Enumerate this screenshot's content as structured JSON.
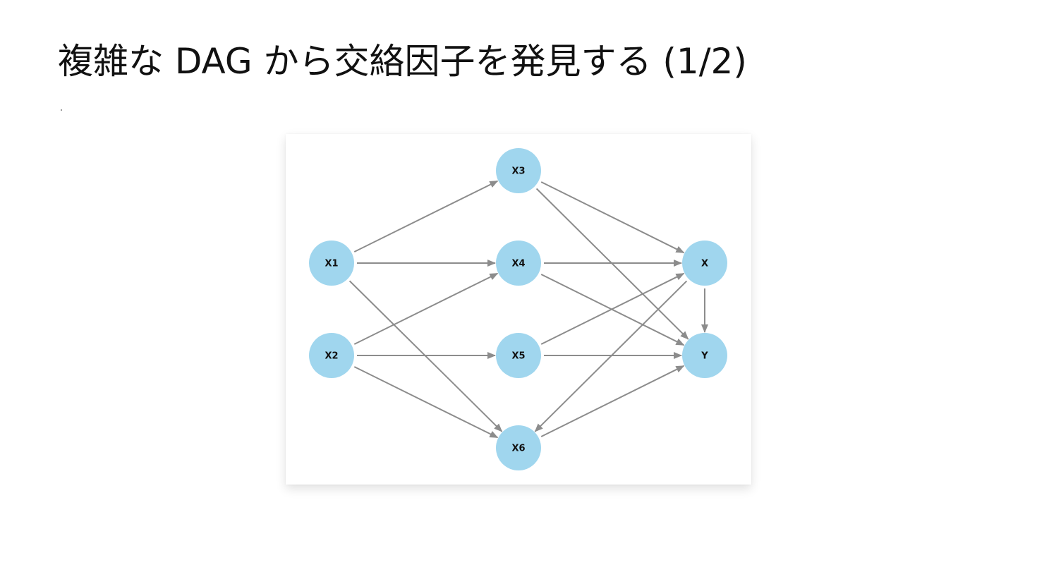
{
  "slide": {
    "title": "複雑な DAG から交絡因子を発見する (1/2)"
  },
  "dag": {
    "node_color": "#a0d6ee",
    "edge_color": "#8c8c8c",
    "nodes": [
      {
        "id": "X1",
        "label": "X1"
      },
      {
        "id": "X2",
        "label": "X2"
      },
      {
        "id": "X3",
        "label": "X3"
      },
      {
        "id": "X4",
        "label": "X4"
      },
      {
        "id": "X5",
        "label": "X5"
      },
      {
        "id": "X6",
        "label": "X6"
      },
      {
        "id": "X",
        "label": "X"
      },
      {
        "id": "Y",
        "label": "Y"
      }
    ],
    "edges": [
      {
        "from": "X1",
        "to": "X3"
      },
      {
        "from": "X1",
        "to": "X4"
      },
      {
        "from": "X1",
        "to": "X6"
      },
      {
        "from": "X2",
        "to": "X4"
      },
      {
        "from": "X2",
        "to": "X5"
      },
      {
        "from": "X2",
        "to": "X6"
      },
      {
        "from": "X3",
        "to": "X"
      },
      {
        "from": "X3",
        "to": "Y"
      },
      {
        "from": "X4",
        "to": "X"
      },
      {
        "from": "X4",
        "to": "Y"
      },
      {
        "from": "X5",
        "to": "X"
      },
      {
        "from": "X5",
        "to": "Y"
      },
      {
        "from": "X6",
        "to": "Y"
      },
      {
        "from": "X",
        "to": "X6"
      },
      {
        "from": "X",
        "to": "Y"
      }
    ]
  }
}
